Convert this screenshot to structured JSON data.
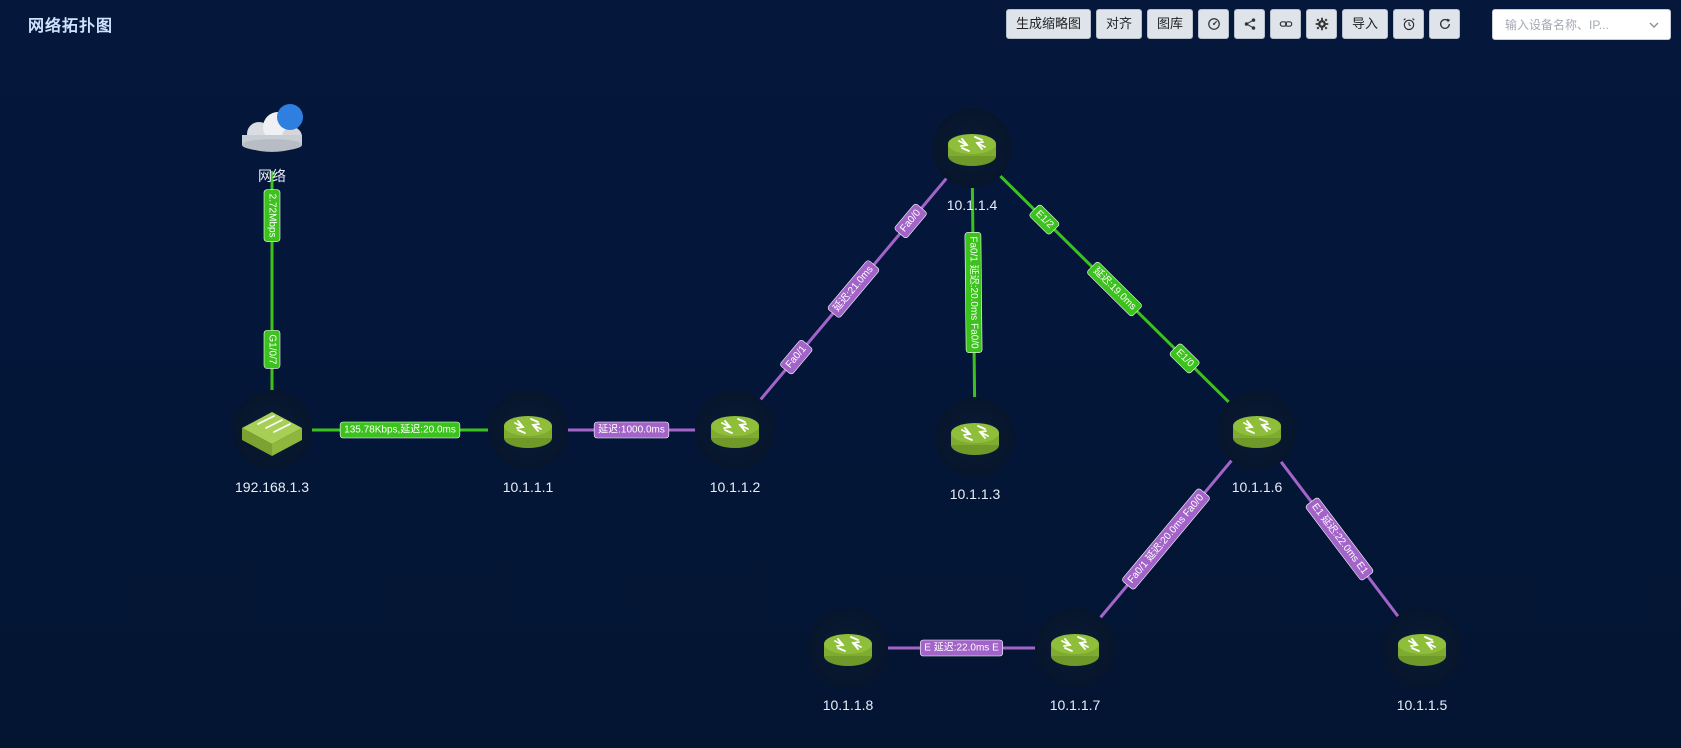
{
  "app": {
    "title": "网络拓扑图"
  },
  "toolbar": {
    "buttons": [
      {
        "id": "thumbnail",
        "label": "生成缩略图",
        "icon": ""
      },
      {
        "id": "align",
        "label": "对齐",
        "icon": ""
      },
      {
        "id": "library",
        "label": "图库",
        "icon": ""
      },
      {
        "id": "dashboard",
        "label": "",
        "icon": "gauge-icon"
      },
      {
        "id": "share",
        "label": "",
        "icon": "share-icon"
      },
      {
        "id": "link",
        "label": "",
        "icon": "link-icon"
      },
      {
        "id": "settings",
        "label": "",
        "icon": "gear-icon"
      },
      {
        "id": "import",
        "label": "导入",
        "icon": ""
      },
      {
        "id": "alarm",
        "label": "",
        "icon": "alarm-clock-icon"
      },
      {
        "id": "refresh",
        "label": "",
        "icon": "refresh-icon"
      }
    ]
  },
  "search": {
    "placeholder": "输入设备名称、IP...",
    "value": ""
  },
  "colors": {
    "link_green": "#3cc21c",
    "link_purple": "#a264c8",
    "node_green": "#8fbf3a",
    "node_halo": "#0a1a33",
    "cloud_badge": "#2f7fe0"
  },
  "nodes": [
    {
      "id": "cloud",
      "label": "网络",
      "type": "cloud"
    },
    {
      "id": "sw",
      "label": "192.168.1.3",
      "type": "switch"
    },
    {
      "id": "r1",
      "label": "10.1.1.1",
      "type": "router"
    },
    {
      "id": "r2",
      "label": "10.1.1.2",
      "type": "router"
    },
    {
      "id": "r4",
      "label": "10.1.1.4",
      "type": "router"
    },
    {
      "id": "r3",
      "label": "10.1.1.3",
      "type": "router"
    },
    {
      "id": "r6",
      "label": "10.1.1.6",
      "type": "router"
    },
    {
      "id": "r8",
      "label": "10.1.1.8",
      "type": "router"
    },
    {
      "id": "r7",
      "label": "10.1.1.7",
      "type": "router"
    },
    {
      "id": "r5",
      "label": "10.1.1.5",
      "type": "router"
    }
  ],
  "links": [
    {
      "from": "cloud",
      "to": "sw",
      "status": "green",
      "labels": [
        "2.72Mbps",
        "G1/0/7"
      ]
    },
    {
      "from": "sw",
      "to": "r1",
      "status": "green",
      "labels": [
        "135.78Kbps,延迟:20.0ms"
      ]
    },
    {
      "from": "r1",
      "to": "r2",
      "status": "purple",
      "labels": [
        "延迟:1000.0ms"
      ]
    },
    {
      "from": "r2",
      "to": "r4",
      "status": "purple",
      "labels": [
        "Fa0/1",
        "延迟:21.0ms",
        "Fa0/0"
      ]
    },
    {
      "from": "r4",
      "to": "r3",
      "status": "green",
      "labels": [
        "Fa0/1 延迟:20.0ms Fa0/0"
      ]
    },
    {
      "from": "r4",
      "to": "r6",
      "status": "green",
      "labels": [
        "E1/2",
        "延迟:19.0ms",
        "E1/0"
      ]
    },
    {
      "from": "r6",
      "to": "r7",
      "status": "purple",
      "labels": [
        "Fa0/1 延迟:20.0ms Fa0/0"
      ]
    },
    {
      "from": "r6",
      "to": "r5",
      "status": "purple",
      "labels": [
        "E1 延迟:22.0ms E1"
      ]
    },
    {
      "from": "r8",
      "to": "r7",
      "status": "purple",
      "labels": [
        "E 延迟:22.0ms E"
      ]
    }
  ]
}
